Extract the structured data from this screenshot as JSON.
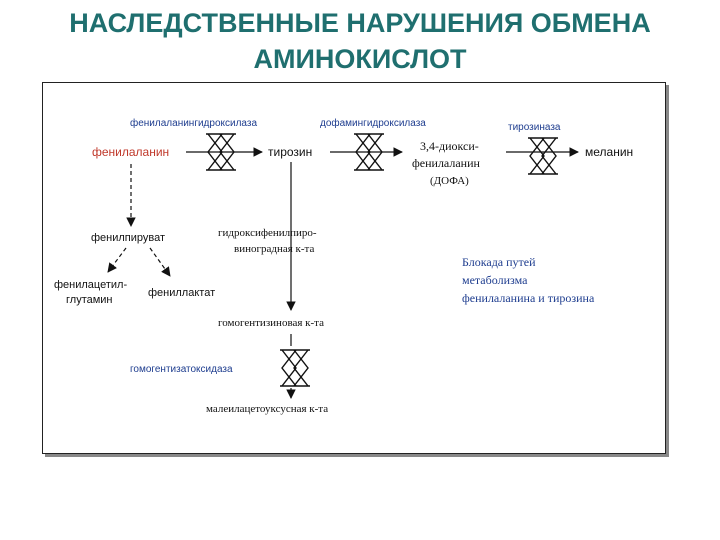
{
  "title": {
    "line1": "НАСЛЕДСТВЕННЫЕ НАРУШЕНИЯ ОБМЕНА",
    "line2": "АМИНОКИСЛОТ"
  },
  "colors": {
    "title": "#1f6f6f",
    "enzyme": "#1e3d8f",
    "phenylalanine": "#c0392b",
    "note": "#1e3d8f",
    "text": "#111111"
  },
  "diagram": {
    "enzymes": {
      "pah": "фенилаланингидроксилаза",
      "dopa_hydroxylase": "дофамингидроксилаза",
      "tyrosinase": "тирозиназа",
      "hga_oxidase": "гомогентизатоксидаза"
    },
    "compounds": {
      "phenylalanine": "фенилаланин",
      "tyrosine": "тирозин",
      "dopa_line1": "3,4-диокси-",
      "dopa_line2": "фенилаланин",
      "dopa_line3": "(ДОФА)",
      "melanin": "меланин",
      "phenylpyruvate": "фенилпируват",
      "hppa_line1": "гидроксифенилпиро-",
      "hppa_line2": "виноградная к-та",
      "phenylacetylglutamine_line1": "фенилацетил-",
      "phenylacetylglutamine_line2": "глутамин",
      "phenyllactate": "фениллактат",
      "homogentisic": "гомогентизиновая к-та",
      "maleylacetoacetic": "малеилацетоуксусная к-та"
    },
    "note": {
      "line1": "Блокада путей",
      "line2": "метаболизма",
      "line3": "фенилаланина и тирозина"
    }
  }
}
